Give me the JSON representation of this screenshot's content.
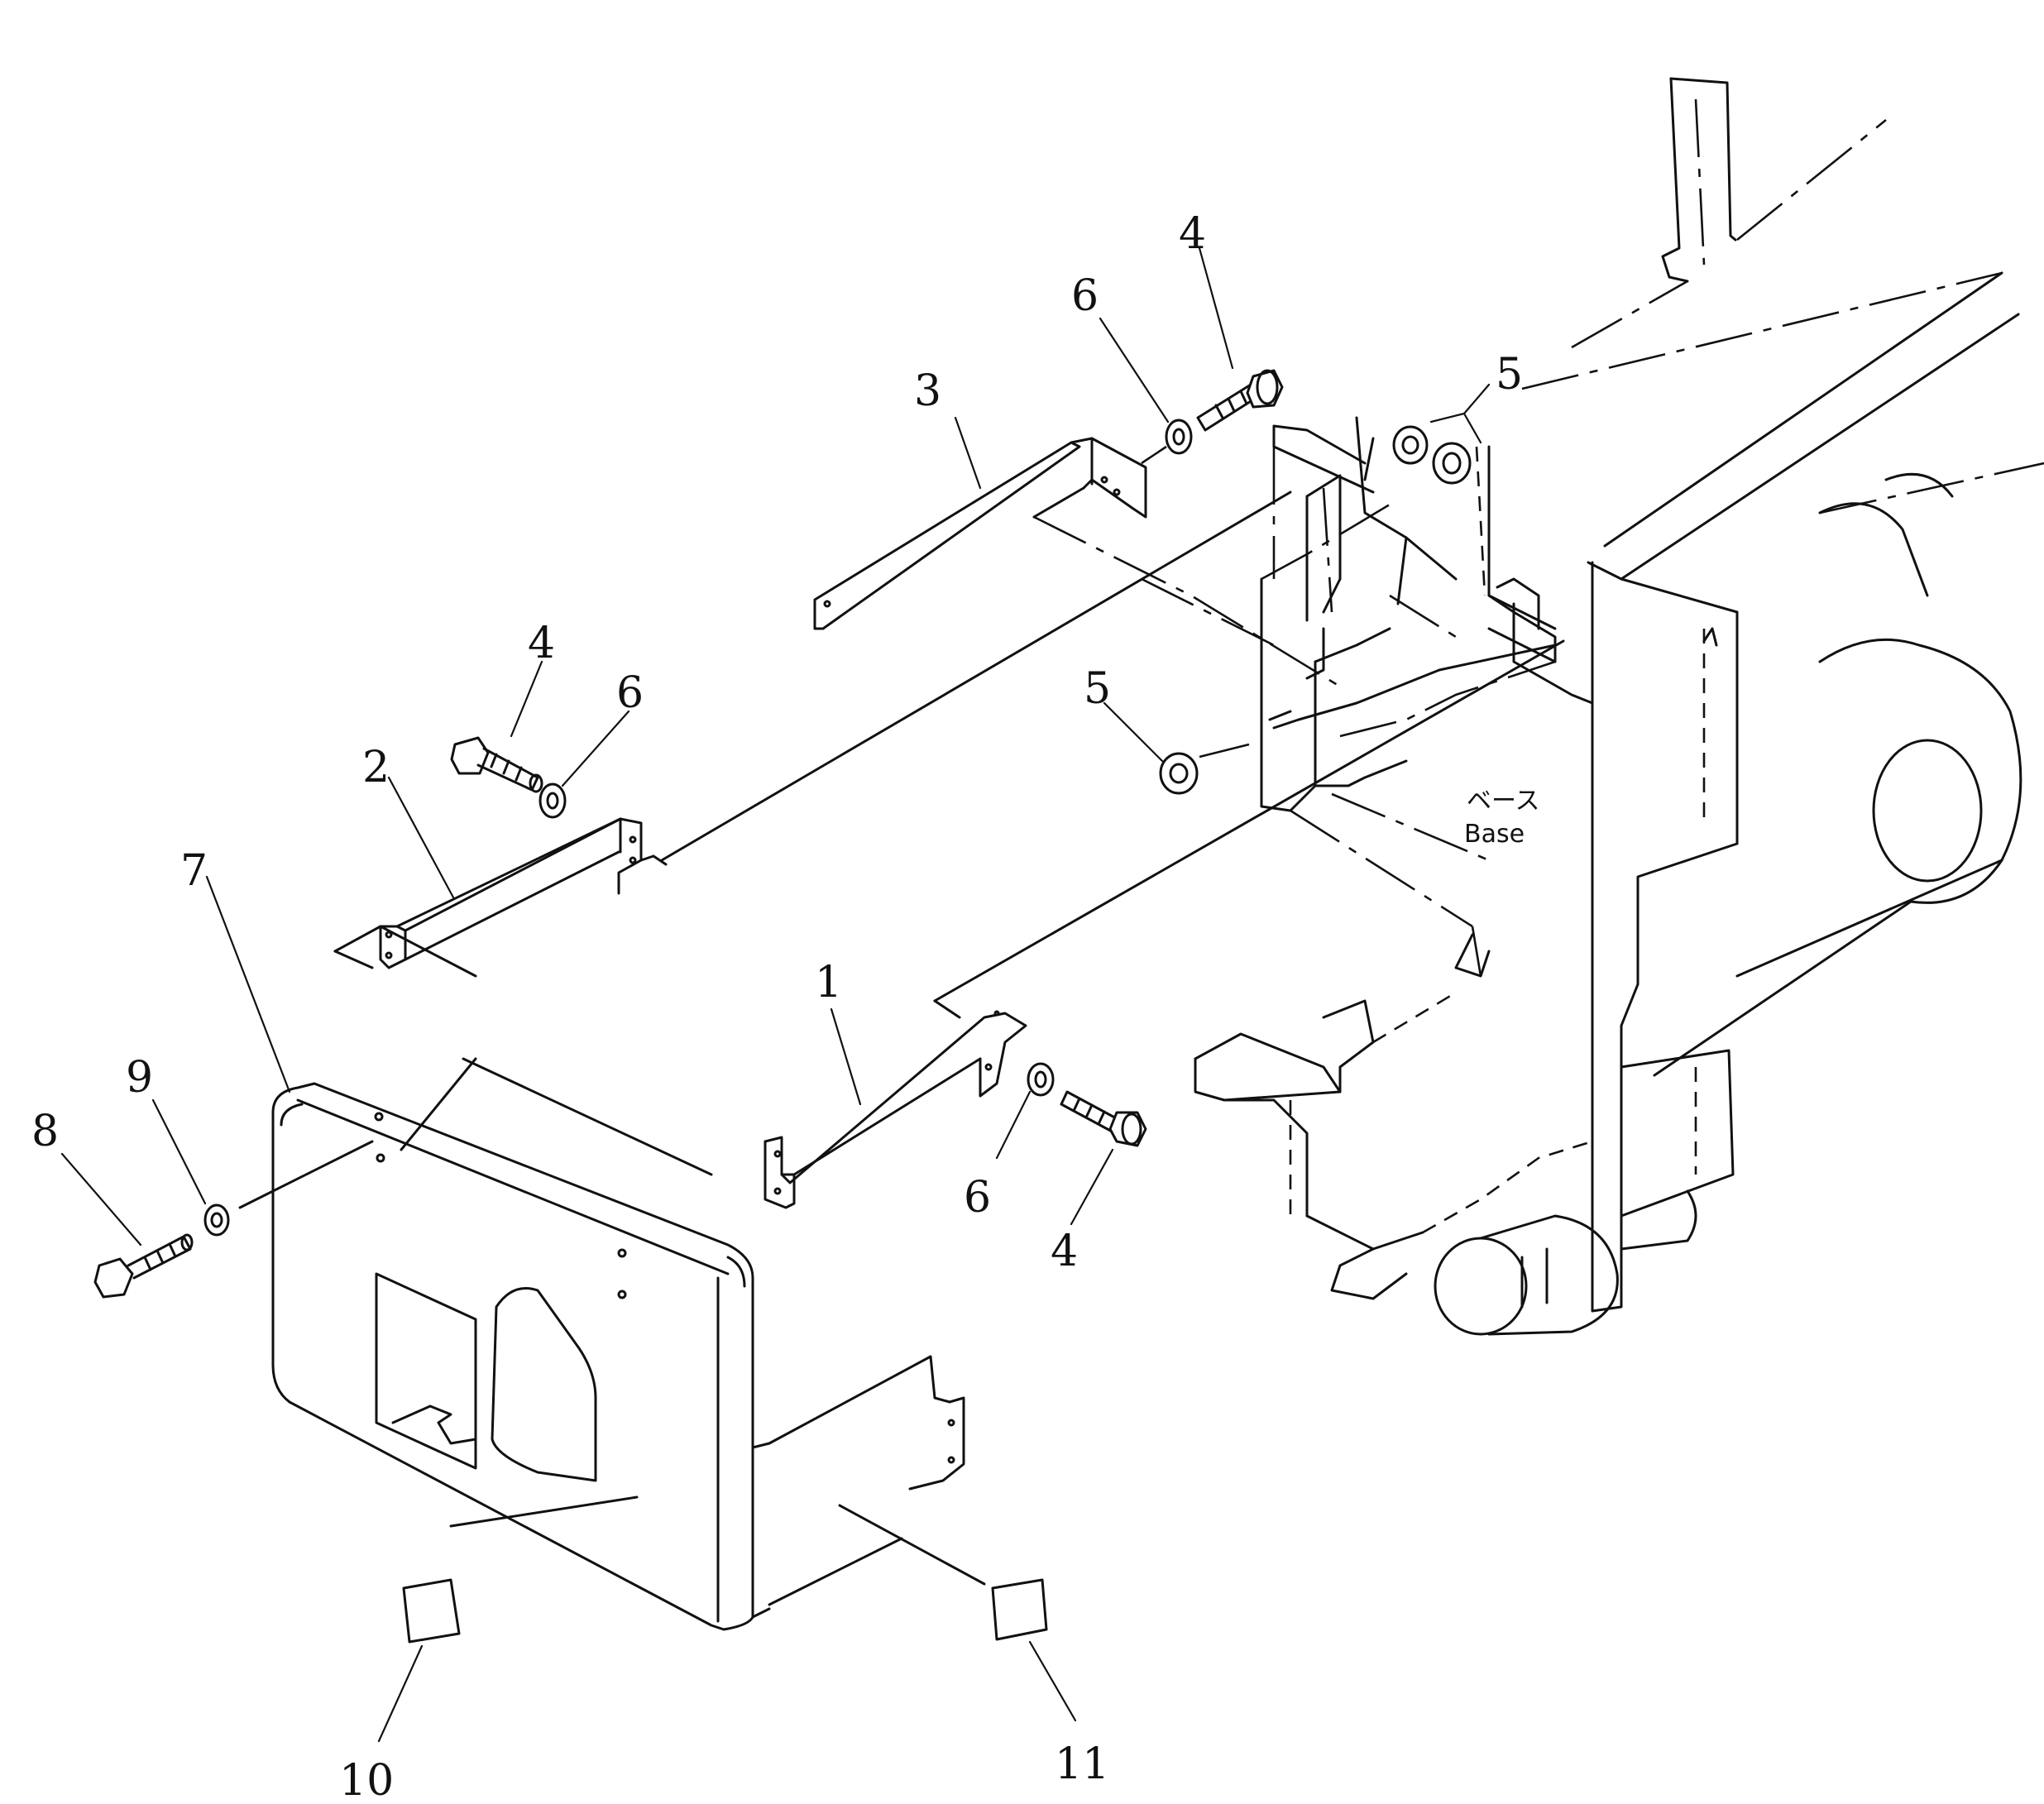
{
  "callouts": [
    {
      "id": "c1",
      "text": "1"
    },
    {
      "id": "c2",
      "text": "2"
    },
    {
      "id": "c3",
      "text": "3"
    },
    {
      "id": "c4a",
      "text": "4"
    },
    {
      "id": "c4b",
      "text": "4"
    },
    {
      "id": "c4c",
      "text": "4"
    },
    {
      "id": "c5a",
      "text": "5"
    },
    {
      "id": "c5b",
      "text": "5"
    },
    {
      "id": "c6a",
      "text": "6"
    },
    {
      "id": "c6b",
      "text": "6"
    },
    {
      "id": "c6c",
      "text": "6"
    },
    {
      "id": "c7",
      "text": "7"
    },
    {
      "id": "c8",
      "text": "8"
    },
    {
      "id": "c9",
      "text": "9"
    },
    {
      "id": "c10",
      "text": "10"
    },
    {
      "id": "c11",
      "text": "11"
    }
  ],
  "base_label": {
    "ja": "ベース",
    "en": "Base"
  }
}
